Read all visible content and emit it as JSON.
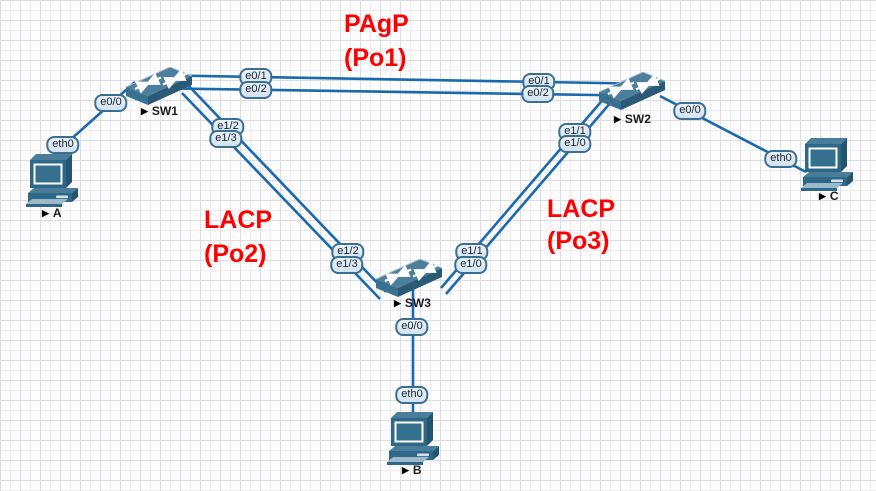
{
  "diagram": {
    "label_marker": "▶",
    "colors": {
      "link_line": "#1a69ae",
      "annotation_text": "#ff0000",
      "port_label_fill": "#d3e3f0",
      "port_label_border": "#3a6e93",
      "device_fill": "#2e6787"
    },
    "annotations": [
      {
        "protocol": "PAgP",
        "channel": "(Po1)"
      },
      {
        "protocol": "LACP",
        "channel": "(Po2)"
      },
      {
        "protocol": "LACP",
        "channel": "(Po3)"
      }
    ],
    "devices": [
      {
        "name": "SW1",
        "type": "ethernet-switch"
      },
      {
        "name": "SW2",
        "type": "ethernet-switch"
      },
      {
        "name": "SW3",
        "type": "ethernet-switch"
      },
      {
        "name": "A",
        "type": "pc"
      },
      {
        "name": "B",
        "type": "pc"
      },
      {
        "name": "C",
        "type": "pc"
      }
    ],
    "links": [
      {
        "group": "Po1",
        "protocol": "PAgP",
        "endpoints": [
          {
            "device": "SW1",
            "port": "e0/1"
          },
          {
            "device": "SW2",
            "port": "e0/1"
          }
        ]
      },
      {
        "group": "Po1",
        "protocol": "PAgP",
        "endpoints": [
          {
            "device": "SW1",
            "port": "e0/2"
          },
          {
            "device": "SW2",
            "port": "e0/2"
          }
        ]
      },
      {
        "group": "Po2",
        "protocol": "LACP",
        "endpoints": [
          {
            "device": "SW1",
            "port": "e1/2"
          },
          {
            "device": "SW3",
            "port": "e1/2"
          }
        ]
      },
      {
        "group": "Po2",
        "protocol": "LACP",
        "endpoints": [
          {
            "device": "SW1",
            "port": "e1/3"
          },
          {
            "device": "SW3",
            "port": "e1/3"
          }
        ]
      },
      {
        "group": "Po3",
        "protocol": "LACP",
        "endpoints": [
          {
            "device": "SW2",
            "port": "e1/1"
          },
          {
            "device": "SW3",
            "port": "e1/1"
          }
        ]
      },
      {
        "group": "Po3",
        "protocol": "LACP",
        "endpoints": [
          {
            "device": "SW2",
            "port": "e1/0"
          },
          {
            "device": "SW3",
            "port": "e1/0"
          }
        ]
      },
      {
        "group": "",
        "protocol": "",
        "endpoints": [
          {
            "device": "SW1",
            "port": "e0/0"
          },
          {
            "device": "A",
            "port": "eth0"
          }
        ]
      },
      {
        "group": "",
        "protocol": "",
        "endpoints": [
          {
            "device": "SW3",
            "port": "e0/0"
          },
          {
            "device": "B",
            "port": "eth0"
          }
        ]
      },
      {
        "group": "",
        "protocol": "",
        "endpoints": [
          {
            "device": "SW2",
            "port": "e0/0"
          },
          {
            "device": "C",
            "port": "eth0"
          }
        ]
      }
    ]
  }
}
